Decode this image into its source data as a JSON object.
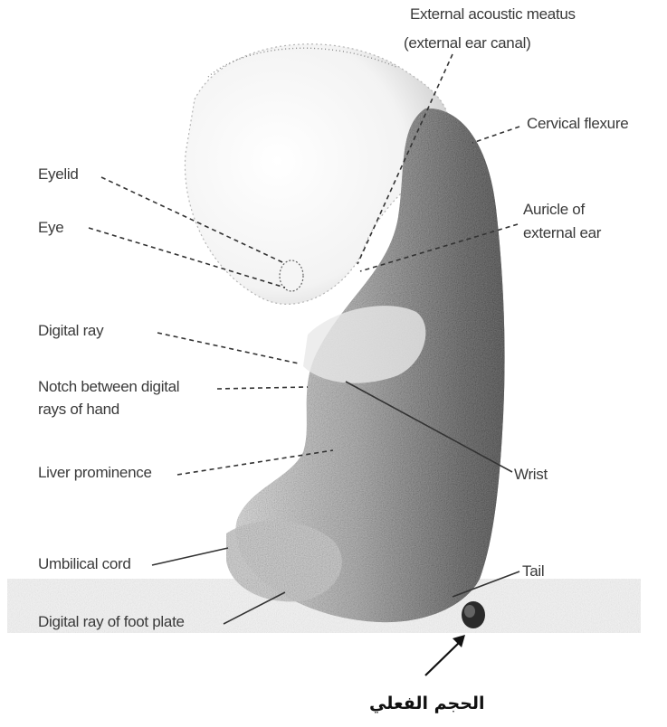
{
  "labels": {
    "meatus_line1": "External acoustic meatus",
    "meatus_line2": "(external ear canal)",
    "cervical": "Cervical flexure",
    "eyelid": "Eyelid",
    "eye": "Eye",
    "auricle_line1": "Auricle of",
    "auricle_line2": "external ear",
    "digital_ray": "Digital ray",
    "notch_line1": "Notch between digital",
    "notch_line2": "rays of hand",
    "liver": "Liver prominence",
    "wrist": "Wrist",
    "umbilical": "Umbilical cord",
    "tail": "Tail",
    "foot": "Digital ray of foot plate"
  },
  "caption_arabic": "الحجم الفعلي"
}
